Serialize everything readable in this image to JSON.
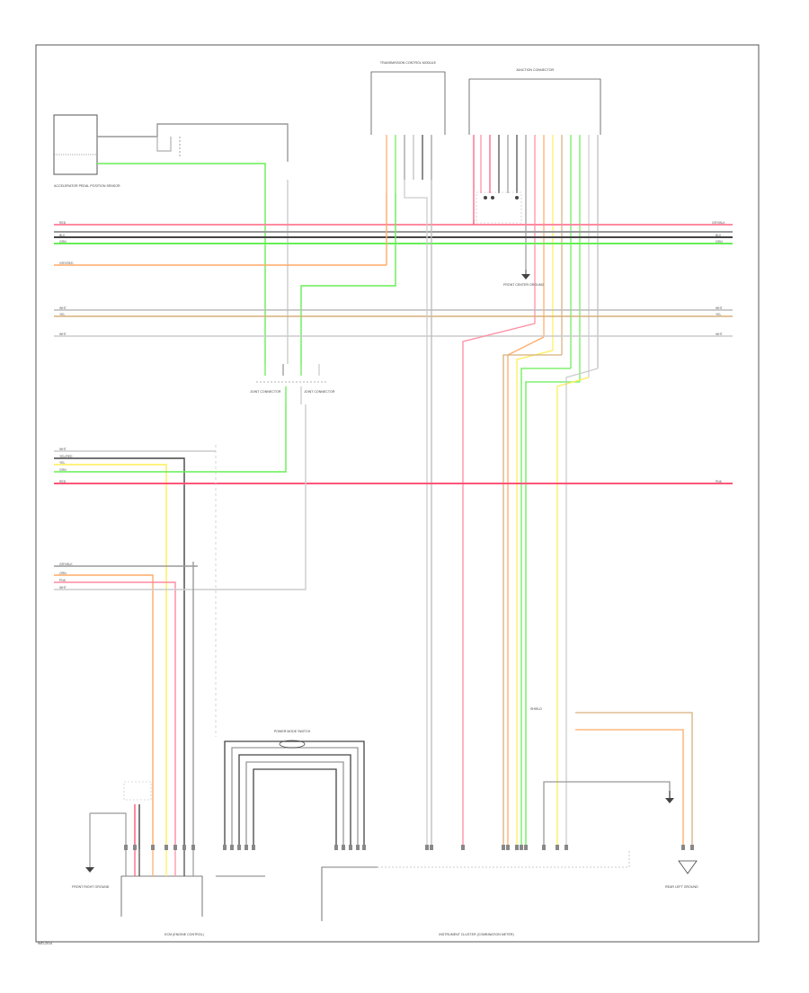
{
  "colors": {
    "red": "#ff8aa0",
    "pink": "#ff5577",
    "green": "#66ee55",
    "yellow": "#ffee55",
    "orange": "#ffaa66",
    "tan": "#d6b07a",
    "gray": "#999999",
    "black": "#444444",
    "white": "#cccccc",
    "blue": "#8899ff",
    "frame": "#555555"
  },
  "labels": {
    "top_left_box_title": "ACCELERATOR PEDAL POSITION SENSOR",
    "top_center_title": "TRANSMISSION CONTROL MODULE",
    "top_right_title": "JUNCTION CONNECTOR",
    "right_ground": "FRONT CENTER GROUND",
    "mid_splices": [
      "JOINT CONNECTOR",
      "JOINT CONNECTOR"
    ],
    "bottom_left_ground": "FRONT RIGHT GROUND",
    "bottom_right_ground": "REAR LEFT GROUND",
    "bottom_center_module": "POWER MODE SWITCH",
    "bottom_left_module": "ECM (ENGINE CONTROL)",
    "bottom_right_module": "INSTRUMENT CLUSTER (COMBINATION METER)",
    "shield_label": "SHIELD",
    "footer_code": "W/D-2014"
  },
  "left_wire_labels": [
    "RED",
    "BLK",
    "GRN",
    "GRY/RED",
    "WHT",
    "YEL",
    "WHT",
    "WHT",
    "YEL/RED",
    "YEL",
    "GRN",
    "RED",
    "GRY/BLK",
    "ORN",
    "PNK",
    "WHT"
  ],
  "right_wire_labels": [
    "GRY/BLK",
    "BLK",
    "GRN",
    "WHT",
    "YEL",
    "WHT",
    "PNK"
  ]
}
